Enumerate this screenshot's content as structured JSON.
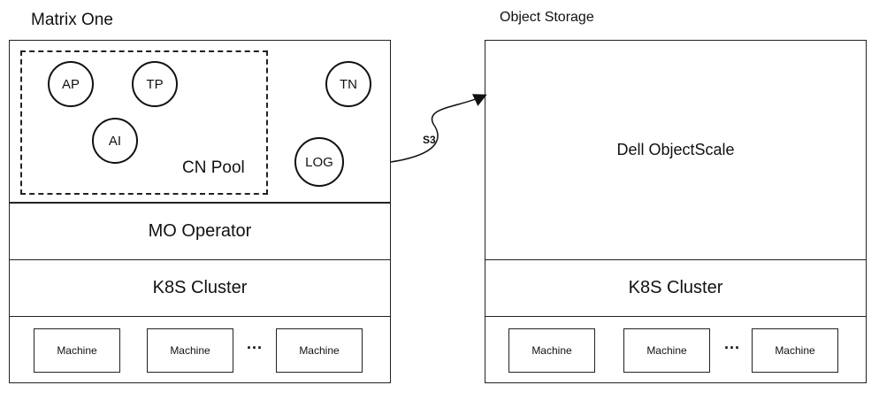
{
  "left": {
    "title": "Matrix One",
    "pool_label": "CN Pool",
    "nodes": [
      "AP",
      "TP",
      "AI",
      "TN",
      "LOG"
    ],
    "operator_label": "MO Operator",
    "cluster_label": "K8S Cluster",
    "machines": [
      "Machine",
      "Machine",
      "Machine"
    ],
    "ellipsis": "..."
  },
  "right": {
    "title": "Object Storage",
    "storage_label": "Dell ObjectScale",
    "cluster_label": "K8S Cluster",
    "machines": [
      "Machine",
      "Machine",
      "Machine"
    ],
    "ellipsis": "..."
  },
  "connector": {
    "label": "S3"
  }
}
